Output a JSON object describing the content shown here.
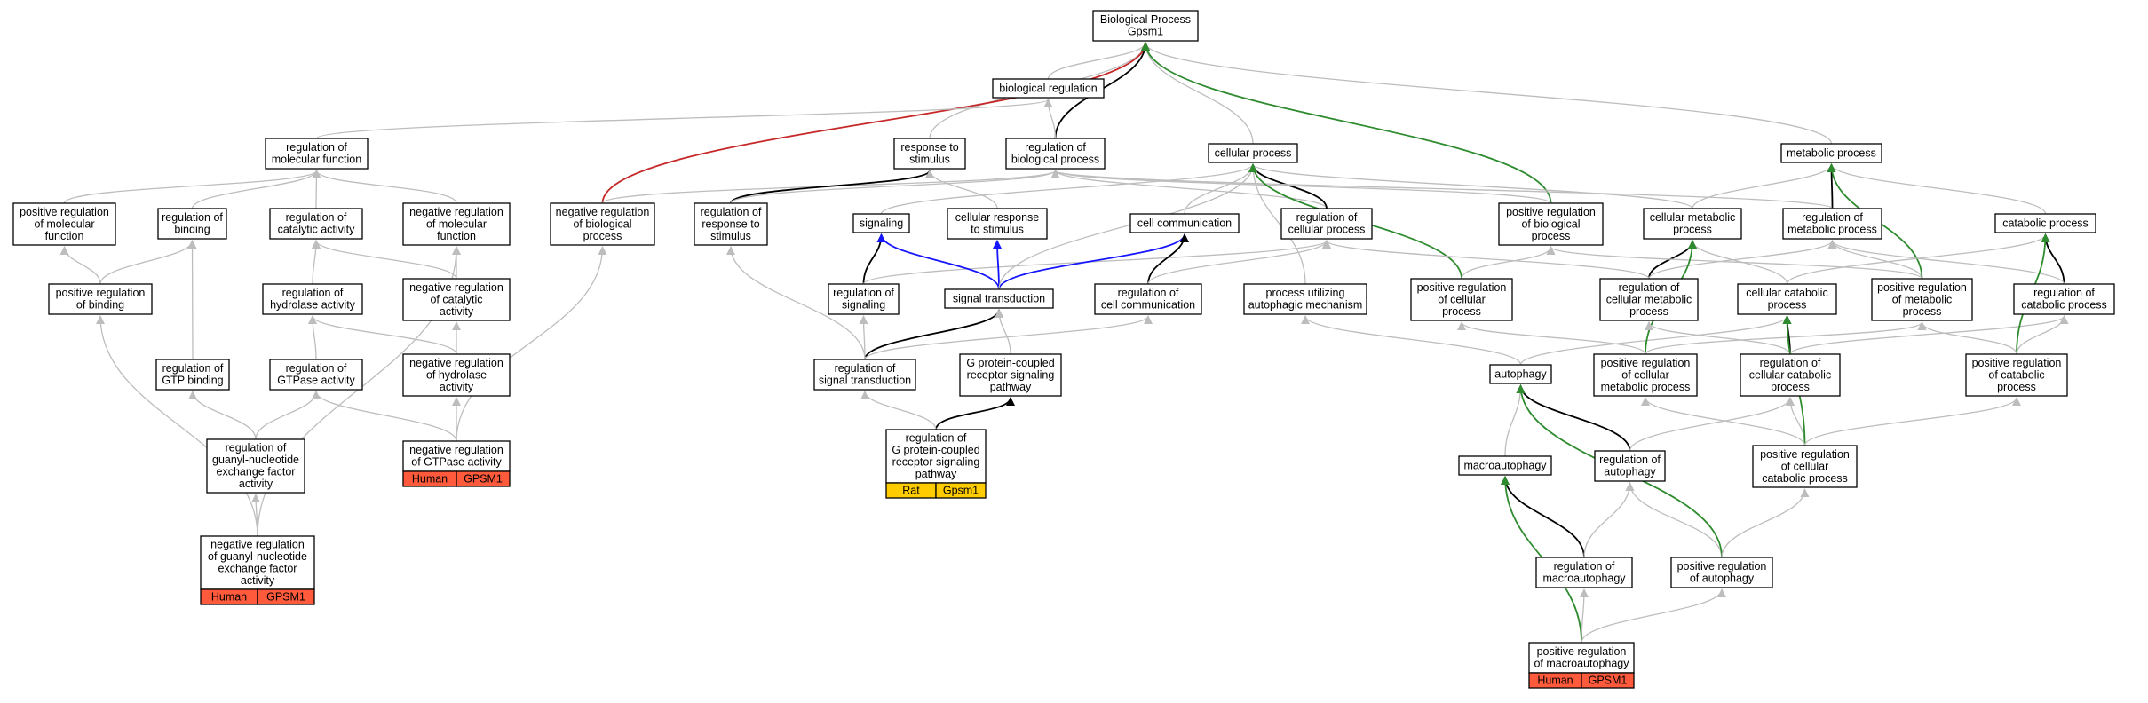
{
  "colors": {
    "gray": "#bdbdbd",
    "black": "#000000",
    "red": "#c62828",
    "green": "#2e8b2e",
    "blue": "#1515ff",
    "human": "#ff5a3c",
    "rat": "#ffcc00"
  },
  "nodes": [
    {
      "id": "bp",
      "lines": [
        "Biological Process",
        "Gpsm1"
      ]
    },
    {
      "id": "bioreg",
      "lines": [
        "biological regulation"
      ]
    },
    {
      "id": "regmf",
      "lines": [
        "regulation of",
        "molecular function"
      ]
    },
    {
      "id": "resp",
      "lines": [
        "response to",
        "stimulus"
      ]
    },
    {
      "id": "regbp",
      "lines": [
        "regulation of",
        "biological process"
      ]
    },
    {
      "id": "cellproc",
      "lines": [
        "cellular process"
      ]
    },
    {
      "id": "metproc",
      "lines": [
        "metabolic process"
      ]
    },
    {
      "id": "posregmf",
      "lines": [
        "positive regulation",
        "of molecular",
        "function"
      ]
    },
    {
      "id": "regbind",
      "lines": [
        "regulation of",
        "binding"
      ]
    },
    {
      "id": "regcat",
      "lines": [
        "regulation of",
        "catalytic activity"
      ]
    },
    {
      "id": "negregmf",
      "lines": [
        "negative regulation",
        "of molecular",
        "function"
      ]
    },
    {
      "id": "negregbp",
      "lines": [
        "negative regulation",
        "of biological",
        "process"
      ]
    },
    {
      "id": "regresp",
      "lines": [
        "regulation of",
        "response to",
        "stimulus"
      ]
    },
    {
      "id": "signaling",
      "lines": [
        "signaling"
      ]
    },
    {
      "id": "cellresp",
      "lines": [
        "cellular response",
        "to stimulus"
      ]
    },
    {
      "id": "cellcomm",
      "lines": [
        "cell communication"
      ]
    },
    {
      "id": "regcellproc",
      "lines": [
        "regulation of",
        "cellular process"
      ]
    },
    {
      "id": "posregbp",
      "lines": [
        "positive regulation",
        "of biological",
        "process"
      ]
    },
    {
      "id": "cellmet",
      "lines": [
        "cellular metabolic",
        "process"
      ]
    },
    {
      "id": "regmet",
      "lines": [
        "regulation of",
        "metabolic process"
      ]
    },
    {
      "id": "catproc",
      "lines": [
        "catabolic process"
      ]
    },
    {
      "id": "posregbind",
      "lines": [
        "positive regulation",
        "of binding"
      ]
    },
    {
      "id": "reghyd",
      "lines": [
        "regulation of",
        "hydrolase activity"
      ]
    },
    {
      "id": "negregcat",
      "lines": [
        "negative regulation",
        "of catalytic",
        "activity"
      ]
    },
    {
      "id": "regsig",
      "lines": [
        "regulation of",
        "signaling"
      ]
    },
    {
      "id": "sigtrans",
      "lines": [
        "signal transduction"
      ]
    },
    {
      "id": "regcellcomm",
      "lines": [
        "regulation of",
        "cell communication"
      ]
    },
    {
      "id": "procauto",
      "lines": [
        "process utilizing",
        "autophagic mechanism"
      ]
    },
    {
      "id": "posregcellproc",
      "lines": [
        "positive regulation",
        "of cellular",
        "process"
      ]
    },
    {
      "id": "regcellmet",
      "lines": [
        "regulation of",
        "cellular metabolic",
        "process"
      ]
    },
    {
      "id": "cellcat",
      "lines": [
        "cellular catabolic",
        "process"
      ]
    },
    {
      "id": "posregmet",
      "lines": [
        "positive regulation",
        "of metabolic",
        "process"
      ]
    },
    {
      "id": "regcatproc",
      "lines": [
        "regulation of",
        "catabolic process"
      ]
    },
    {
      "id": "reggtpbind",
      "lines": [
        "regulation of",
        "GTP binding"
      ]
    },
    {
      "id": "reggtpase",
      "lines": [
        "regulation of",
        "GTPase activity"
      ]
    },
    {
      "id": "negreghyd",
      "lines": [
        "negative regulation",
        "of hydrolase",
        "activity"
      ]
    },
    {
      "id": "regsigtrans",
      "lines": [
        "regulation of",
        "signal transduction"
      ]
    },
    {
      "id": "gpcr",
      "lines": [
        "G protein-coupled",
        "receptor signaling",
        "pathway"
      ]
    },
    {
      "id": "autophagy",
      "lines": [
        "autophagy"
      ]
    },
    {
      "id": "posregcellmet",
      "lines": [
        "positive regulation",
        "of cellular",
        "metabolic process"
      ]
    },
    {
      "id": "regcellcat",
      "lines": [
        "regulation of",
        "cellular catabolic",
        "process"
      ]
    },
    {
      "id": "posregcatproc",
      "lines": [
        "positive regulation",
        "of catabolic",
        "process"
      ]
    },
    {
      "id": "reggnef",
      "lines": [
        "regulation of",
        "guanyl-nucleotide",
        "exchange factor",
        "activity"
      ]
    },
    {
      "id": "negreggtpase",
      "lines": [
        "negative regulation",
        "of GTPase activity"
      ],
      "tags": [
        "Human",
        "GPSM1"
      ]
    },
    {
      "id": "reggpcr",
      "lines": [
        "regulation of",
        "G protein-coupled",
        "receptor signaling",
        "pathway"
      ],
      "tags": [
        "Rat",
        "Gpsm1"
      ]
    },
    {
      "id": "macro",
      "lines": [
        "macroautophagy"
      ]
    },
    {
      "id": "regauto",
      "lines": [
        "regulation of",
        "autophagy"
      ]
    },
    {
      "id": "posregcellcat",
      "lines": [
        "positive regulation",
        "of cellular",
        "catabolic process"
      ]
    },
    {
      "id": "negreggnef",
      "lines": [
        "negative regulation",
        "of guanyl-nucleotide",
        "exchange factor",
        "activity"
      ],
      "tags": [
        "Human",
        "GPSM1"
      ]
    },
    {
      "id": "regmacro",
      "lines": [
        "regulation of",
        "macroautophagy"
      ]
    },
    {
      "id": "posregauto",
      "lines": [
        "positive regulation",
        "of autophagy"
      ]
    },
    {
      "id": "posregmacro",
      "lines": [
        "positive regulation",
        "of macroautophagy"
      ],
      "tags": [
        "Human",
        "GPSM1"
      ]
    }
  ],
  "edges": [
    {
      "from": "bioreg",
      "to": "bp",
      "color": "gray"
    },
    {
      "from": "resp",
      "to": "bp",
      "color": "gray"
    },
    {
      "from": "regbp",
      "to": "bp",
      "color": "black"
    },
    {
      "from": "cellproc",
      "to": "bp",
      "color": "gray"
    },
    {
      "from": "metproc",
      "to": "bp",
      "color": "gray"
    },
    {
      "from": "negregbp",
      "to": "bp",
      "color": "red"
    },
    {
      "from": "posregbp",
      "to": "bp",
      "color": "green"
    },
    {
      "from": "regmf",
      "to": "bioreg",
      "color": "gray"
    },
    {
      "from": "regbp",
      "to": "bioreg",
      "color": "gray"
    },
    {
      "from": "posregmf",
      "to": "regmf",
      "color": "gray"
    },
    {
      "from": "regbind",
      "to": "regmf",
      "color": "gray"
    },
    {
      "from": "regcat",
      "to": "regmf",
      "color": "gray"
    },
    {
      "from": "negregmf",
      "to": "regmf",
      "color": "gray"
    },
    {
      "from": "negregbp",
      "to": "regbp",
      "color": "gray"
    },
    {
      "from": "regresp",
      "to": "resp",
      "color": "black"
    },
    {
      "from": "regresp",
      "to": "regbp",
      "color": "gray"
    },
    {
      "from": "cellresp",
      "to": "resp",
      "color": "gray"
    },
    {
      "from": "regcellproc",
      "to": "regbp",
      "color": "gray"
    },
    {
      "from": "regcellproc",
      "to": "cellproc",
      "color": "black"
    },
    {
      "from": "posregbp",
      "to": "regbp",
      "color": "gray"
    },
    {
      "from": "signaling",
      "to": "cellproc",
      "color": "gray"
    },
    {
      "from": "cellcomm",
      "to": "cellproc",
      "color": "gray"
    },
    {
      "from": "cellmet",
      "to": "cellproc",
      "color": "gray"
    },
    {
      "from": "cellmet",
      "to": "metproc",
      "color": "gray"
    },
    {
      "from": "regmet",
      "to": "metproc",
      "color": "black"
    },
    {
      "from": "regmet",
      "to": "regbp",
      "color": "gray"
    },
    {
      "from": "catproc",
      "to": "metproc",
      "color": "gray"
    },
    {
      "from": "posregbind",
      "to": "posregmf",
      "color": "gray"
    },
    {
      "from": "posregbind",
      "to": "regbind",
      "color": "gray"
    },
    {
      "from": "reghyd",
      "to": "regcat",
      "color": "gray"
    },
    {
      "from": "negregcat",
      "to": "regcat",
      "color": "gray"
    },
    {
      "from": "negregcat",
      "to": "negregmf",
      "color": "gray"
    },
    {
      "from": "regsig",
      "to": "signaling",
      "color": "black"
    },
    {
      "from": "regsig",
      "to": "regcellproc",
      "color": "gray"
    },
    {
      "from": "sigtrans",
      "to": "signaling",
      "color": "blue"
    },
    {
      "from": "sigtrans",
      "to": "cellresp",
      "color": "blue"
    },
    {
      "from": "sigtrans",
      "to": "cellcomm",
      "color": "blue"
    },
    {
      "from": "sigtrans",
      "to": "cellproc",
      "color": "gray"
    },
    {
      "from": "regcellcomm",
      "to": "cellcomm",
      "color": "black"
    },
    {
      "from": "regcellcomm",
      "to": "regcellproc",
      "color": "gray"
    },
    {
      "from": "procauto",
      "to": "cellproc",
      "color": "gray"
    },
    {
      "from": "posregcellproc",
      "to": "cellproc",
      "color": "green"
    },
    {
      "from": "posregcellproc",
      "to": "posregbp",
      "color": "gray"
    },
    {
      "from": "regcellmet",
      "to": "cellmet",
      "color": "black"
    },
    {
      "from": "regcellmet",
      "to": "regmet",
      "color": "gray"
    },
    {
      "from": "regcellmet",
      "to": "regcellproc",
      "color": "gray"
    },
    {
      "from": "cellcat",
      "to": "cellmet",
      "color": "gray"
    },
    {
      "from": "cellcat",
      "to": "catproc",
      "color": "gray"
    },
    {
      "from": "posregmet",
      "to": "regmet",
      "color": "gray"
    },
    {
      "from": "posregmet",
      "to": "metproc",
      "color": "green"
    },
    {
      "from": "posregmet",
      "to": "posregbp",
      "color": "gray"
    },
    {
      "from": "regcatproc",
      "to": "catproc",
      "color": "black"
    },
    {
      "from": "regcatproc",
      "to": "regmet",
      "color": "gray"
    },
    {
      "from": "reggtpbind",
      "to": "regbind",
      "color": "gray"
    },
    {
      "from": "reggtpase",
      "to": "reghyd",
      "color": "gray"
    },
    {
      "from": "negreghyd",
      "to": "reghyd",
      "color": "gray"
    },
    {
      "from": "negreghyd",
      "to": "negregcat",
      "color": "gray"
    },
    {
      "from": "regsigtrans",
      "to": "regsig",
      "color": "gray"
    },
    {
      "from": "regsigtrans",
      "to": "sigtrans",
      "color": "black"
    },
    {
      "from": "regsigtrans",
      "to": "regresp",
      "color": "gray"
    },
    {
      "from": "regsigtrans",
      "to": "regcellcomm",
      "color": "gray"
    },
    {
      "from": "gpcr",
      "to": "sigtrans",
      "color": "gray"
    },
    {
      "from": "autophagy",
      "to": "procauto",
      "color": "gray"
    },
    {
      "from": "autophagy",
      "to": "cellcat",
      "color": "gray"
    },
    {
      "from": "posregcellmet",
      "to": "regcellmet",
      "color": "gray"
    },
    {
      "from": "posregcellmet",
      "to": "cellmet",
      "color": "green"
    },
    {
      "from": "posregcellmet",
      "to": "posregcellproc",
      "color": "gray"
    },
    {
      "from": "posregcellmet",
      "to": "posregmet",
      "color": "gray"
    },
    {
      "from": "regcellcat",
      "to": "cellcat",
      "color": "black"
    },
    {
      "from": "regcellcat",
      "to": "regcellmet",
      "color": "gray"
    },
    {
      "from": "regcellcat",
      "to": "regcatproc",
      "color": "gray"
    },
    {
      "from": "posregcatproc",
      "to": "regcatproc",
      "color": "gray"
    },
    {
      "from": "posregcatproc",
      "to": "catproc",
      "color": "green"
    },
    {
      "from": "posregcatproc",
      "to": "posregmet",
      "color": "gray"
    },
    {
      "from": "reggnef",
      "to": "reggtpbind",
      "color": "gray"
    },
    {
      "from": "reggnef",
      "to": "reggtpase",
      "color": "gray"
    },
    {
      "from": "negreggtpase",
      "to": "reggtpase",
      "color": "gray"
    },
    {
      "from": "negreggtpase",
      "to": "negreghyd",
      "color": "gray"
    },
    {
      "from": "negreggtpase",
      "to": "negregbp",
      "color": "gray"
    },
    {
      "from": "reggpcr",
      "to": "gpcr",
      "color": "black"
    },
    {
      "from": "reggpcr",
      "to": "regsigtrans",
      "color": "gray"
    },
    {
      "from": "macro",
      "to": "autophagy",
      "color": "gray"
    },
    {
      "from": "regauto",
      "to": "autophagy",
      "color": "black"
    },
    {
      "from": "regauto",
      "to": "regcellcat",
      "color": "gray"
    },
    {
      "from": "posregcellcat",
      "to": "regcellcat",
      "color": "gray"
    },
    {
      "from": "posregcellcat",
      "to": "cellcat",
      "color": "green"
    },
    {
      "from": "posregcellcat",
      "to": "posregcellmet",
      "color": "gray"
    },
    {
      "from": "posregcellcat",
      "to": "posregcatproc",
      "color": "gray"
    },
    {
      "from": "negreggnef",
      "to": "reggnef",
      "color": "gray"
    },
    {
      "from": "negreggnef",
      "to": "posregbind",
      "color": "gray"
    },
    {
      "from": "negreggnef",
      "to": "negregmf",
      "color": "gray"
    },
    {
      "from": "regmacro",
      "to": "macro",
      "color": "black"
    },
    {
      "from": "regmacro",
      "to": "regauto",
      "color": "gray"
    },
    {
      "from": "posregauto",
      "to": "regauto",
      "color": "gray"
    },
    {
      "from": "posregauto",
      "to": "autophagy",
      "color": "green"
    },
    {
      "from": "posregauto",
      "to": "posregcellcat",
      "color": "gray"
    },
    {
      "from": "posregmacro",
      "to": "regmacro",
      "color": "gray"
    },
    {
      "from": "posregmacro",
      "to": "macro",
      "color": "green"
    },
    {
      "from": "posregmacro",
      "to": "posregauto",
      "color": "gray"
    }
  ]
}
